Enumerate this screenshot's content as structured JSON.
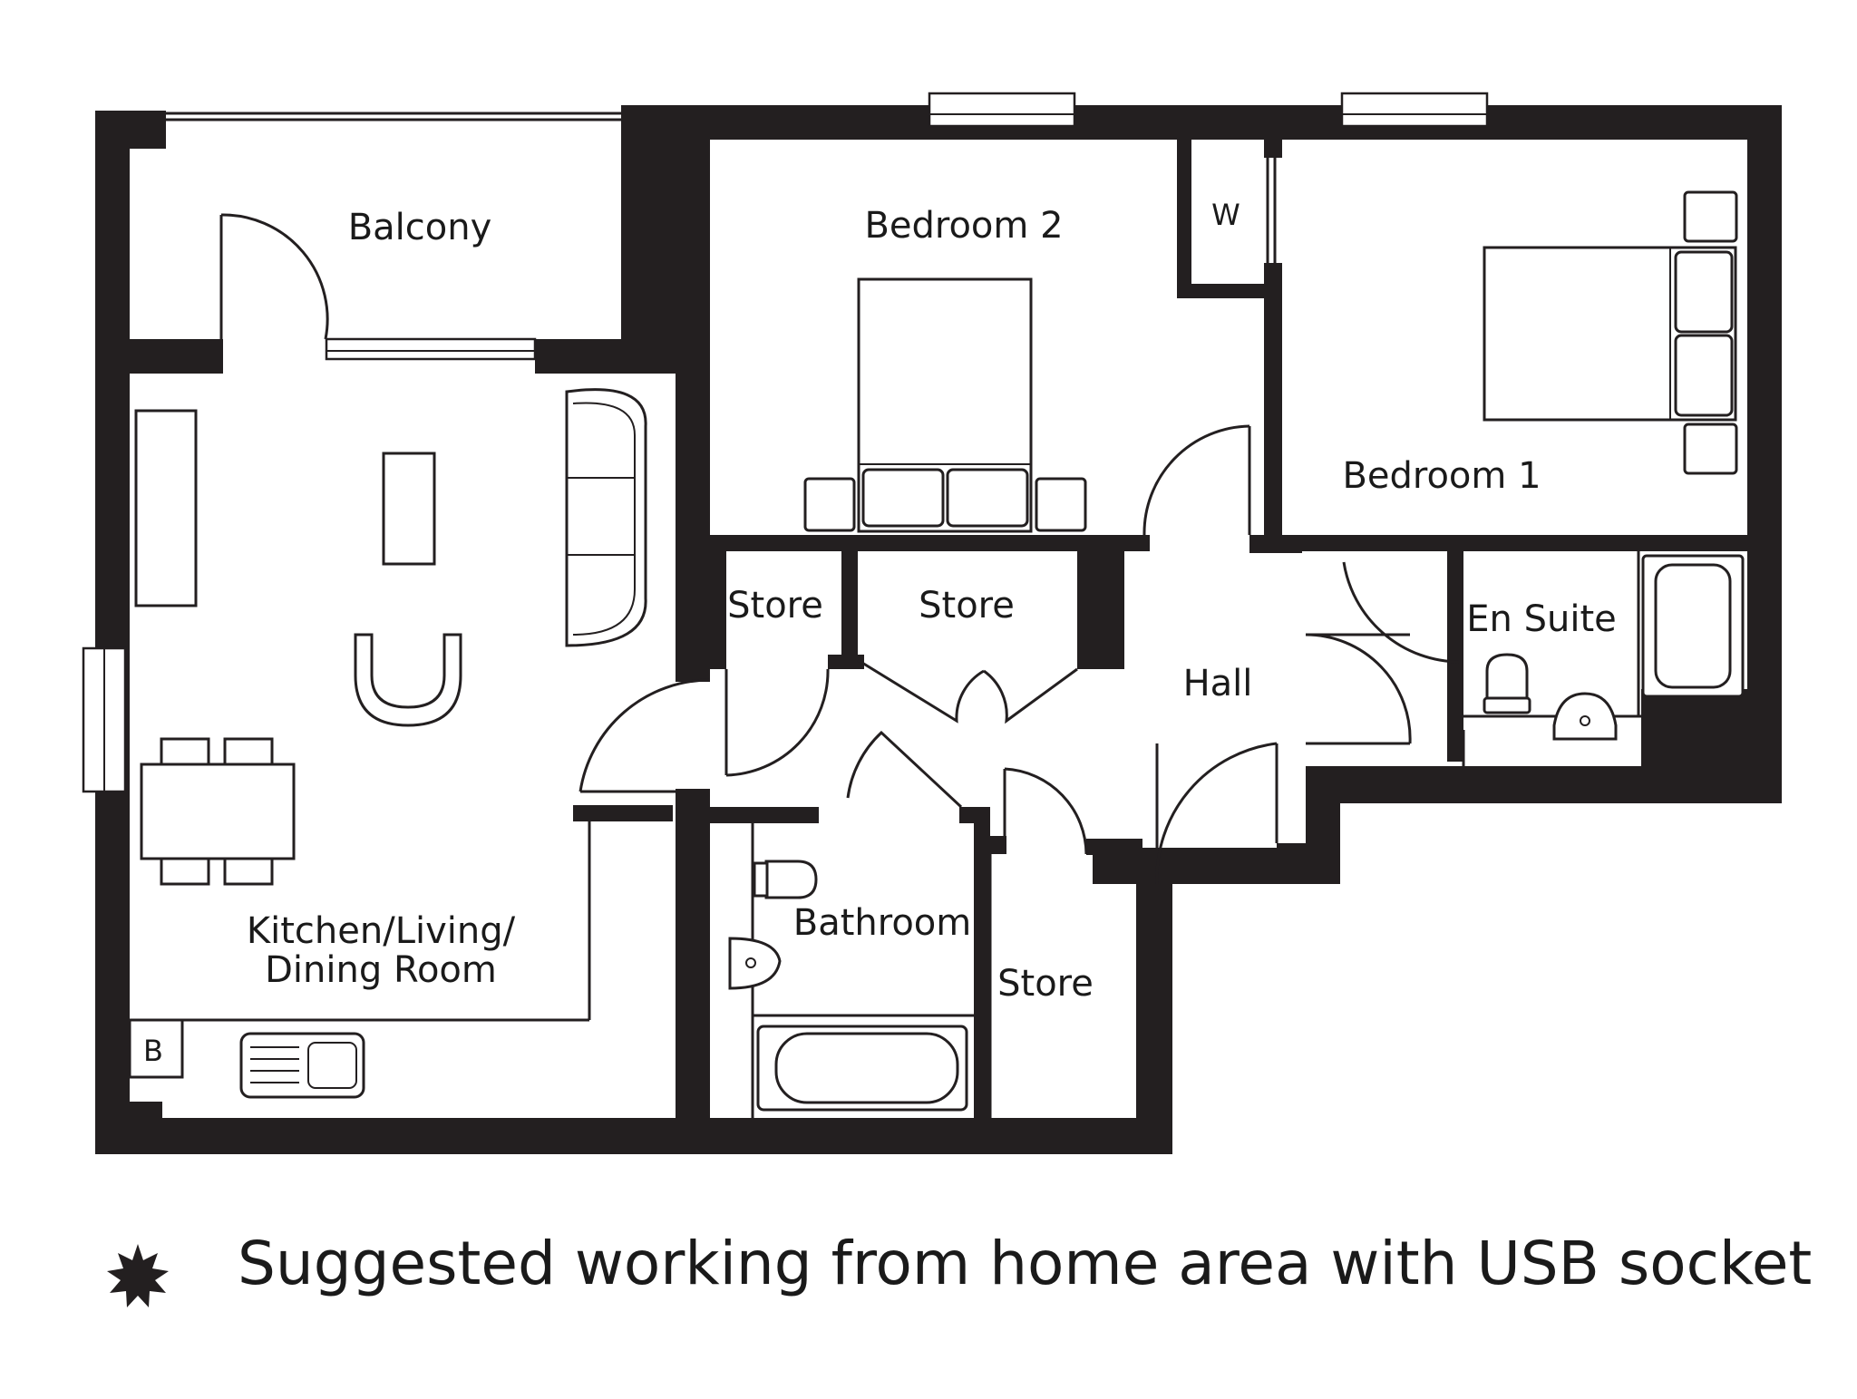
{
  "rooms": {
    "balcony": "Balcony",
    "bedroom2": "Bedroom 2",
    "wardrobe": "W",
    "bedroom1": "Bedroom 1",
    "store_a": "Store",
    "store_b": "Store",
    "hall": "Hall",
    "en_suite": "En Suite",
    "living_line1": "Kitchen/Living/",
    "living_line2": "Dining Room",
    "bathroom": "Bathroom",
    "store_c": "Store",
    "boiler": "B"
  },
  "legend": {
    "icon": "starburst-icon",
    "text": "Suggested working from home area with USB socket"
  }
}
